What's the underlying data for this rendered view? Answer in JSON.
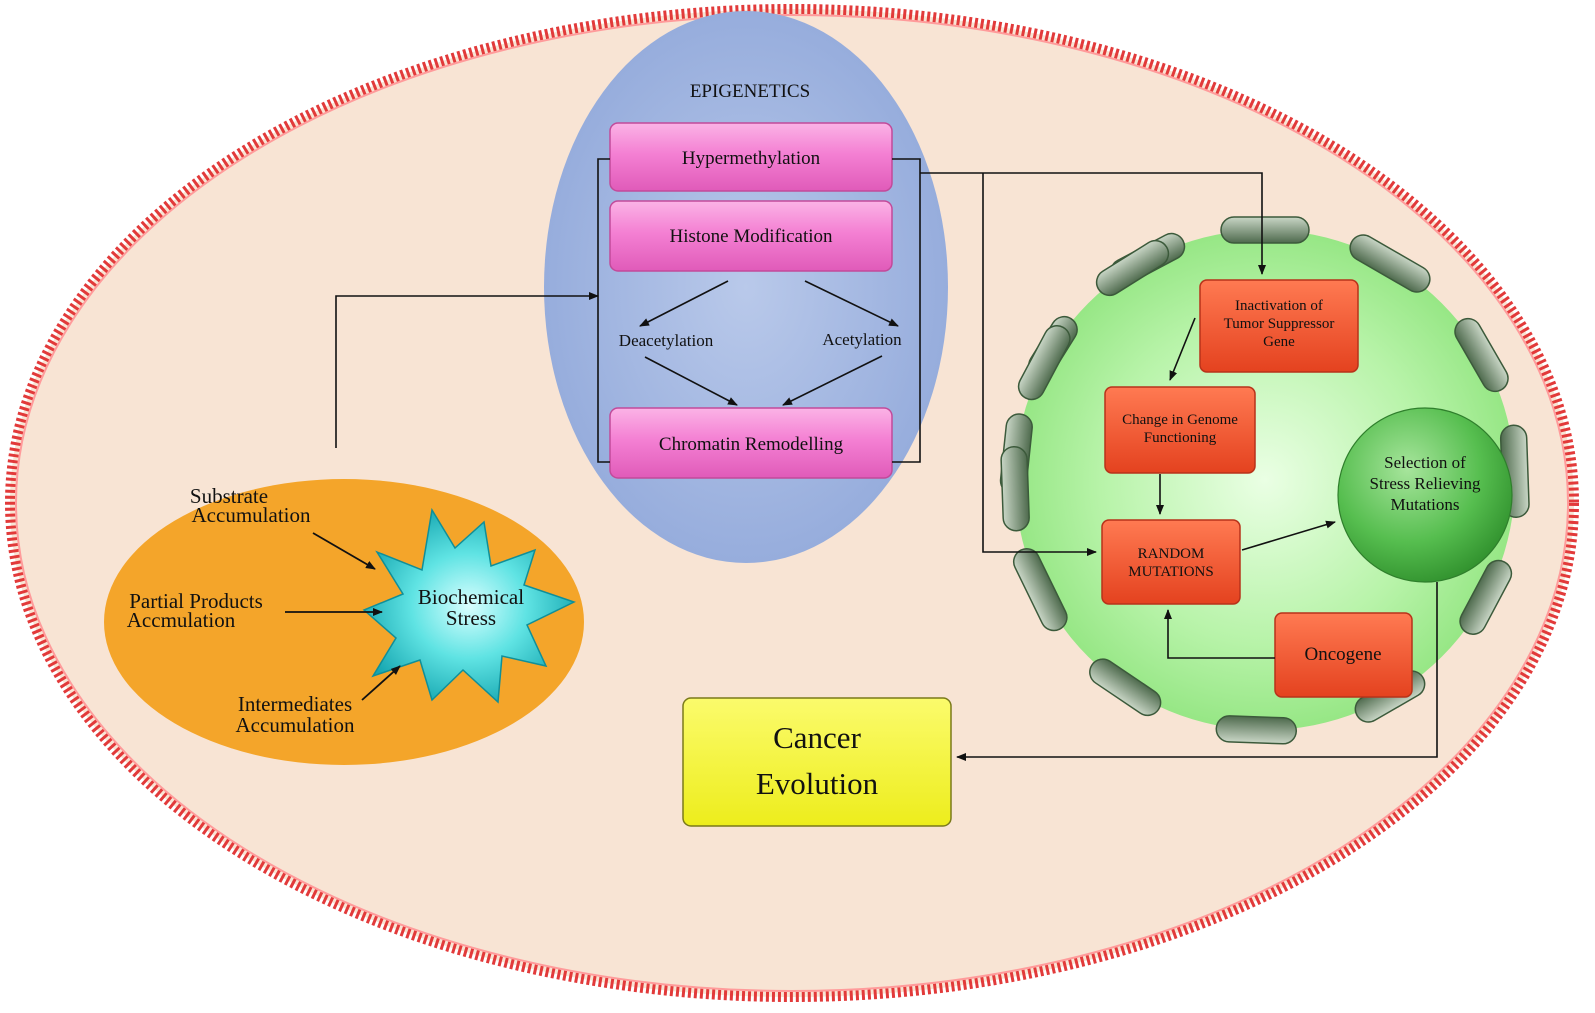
{
  "epigenetics": {
    "title": "EPIGENETICS",
    "hypermethylation": "Hypermethylation",
    "histone_modification": "Histone Modification",
    "deacetylation": "Deacetylation",
    "acetylation": "Acetylation",
    "chromatin_remodelling": "Chromatin Remodelling"
  },
  "stress": {
    "substrate_line1": "Substrate",
    "substrate_line2": "Accumulation",
    "partial_line1": "Partial Products",
    "partial_line2": "Accmulation",
    "intermediates_line1": "Intermediates",
    "intermediates_line2": "Accumulation",
    "biochemical_line1": "Biochemical",
    "biochemical_line2": "Stress"
  },
  "cell": {
    "inactivation_line1": "Inactivation of",
    "inactivation_line2": "Tumor Suppressor",
    "inactivation_line3": "Gene",
    "genome_line1": "Change in Genome",
    "genome_line2": "Functioning",
    "random_line1": "RANDOM",
    "random_line2": "MUTATIONS",
    "oncogene": "Oncogene",
    "selection_line1": "Selection of",
    "selection_line2": "Stress Relieving",
    "selection_line3": "Mutations"
  },
  "outcome": {
    "line1": "Cancer",
    "line2": "Evolution"
  },
  "colors": {
    "background": "#f8e4d4",
    "border": "#e23a3a",
    "epigenetics_fill": "#9db2dd",
    "pink_box": "#f37fd0",
    "stress_fill": "#f4a52a",
    "star_fill": "#3fd8d8",
    "cell_fill": "#a8ef9a",
    "red_box": "#f0532f",
    "selection_fill": "#4cb94a",
    "cancer_fill": "#f5f534"
  }
}
